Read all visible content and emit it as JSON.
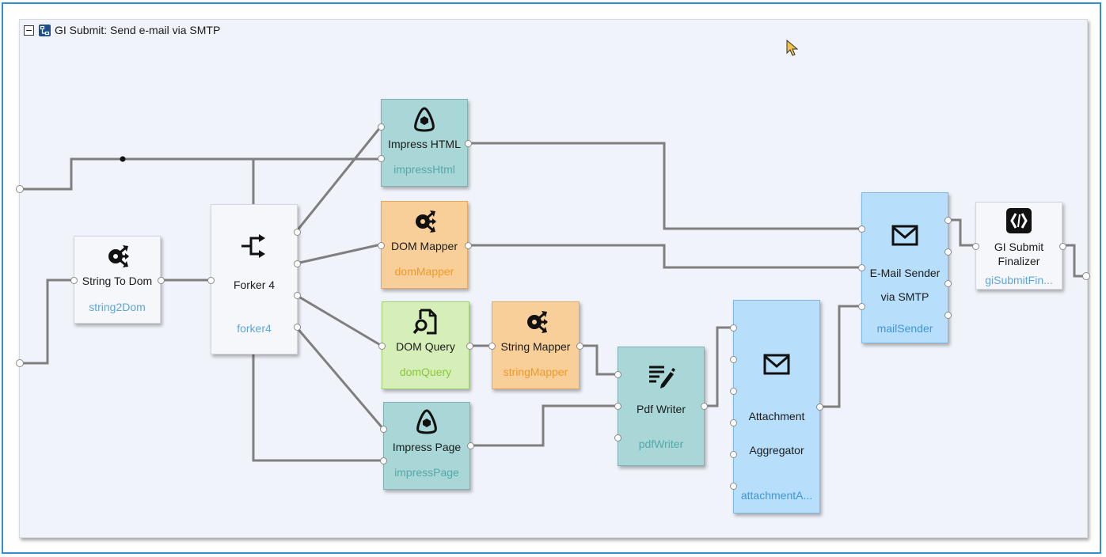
{
  "flow": {
    "title": "GI Submit: Send e-mail via SMTP"
  },
  "nodes": {
    "string2dom": {
      "label": "String To Dom",
      "id": "string2Dom"
    },
    "forker4": {
      "label": "Forker 4",
      "id": "forker4"
    },
    "impresshtml": {
      "label": "Impress HTML",
      "id": "impressHtml"
    },
    "dommapper": {
      "label": "DOM Mapper",
      "id": "domMapper"
    },
    "domquery": {
      "label": "DOM Query",
      "id": "domQuery"
    },
    "stringmapper": {
      "label": "String Mapper",
      "id": "stringMapper"
    },
    "impresspage": {
      "label": "Impress Page",
      "id": "impressPage"
    },
    "pdfwriter": {
      "label": "Pdf Writer",
      "id": "pdfWriter"
    },
    "attachment": {
      "label_line1": "Attachment",
      "label_line2": "Aggregator",
      "id": "attachmentA..."
    },
    "mailsender": {
      "label_line1": "E-Mail Sender",
      "label_line2": "via SMTP",
      "id": "mailSender"
    },
    "finalizer": {
      "label_line1": "GI Submit",
      "label_line2": "Finalizer",
      "id": "giSubmitFin..."
    }
  },
  "icons": {
    "impresshtml": "impress-triangle-icon",
    "dommapper": "mapper-icon",
    "domquery": "document-search-icon",
    "stringmapper": "mapper-icon",
    "impresspage": "impress-triangle-icon",
    "pdfwriter": "document-edit-icon",
    "attachment": "envelope-icon",
    "mailsender": "envelope-icon",
    "finalizer": "code-brackets-icon",
    "string2dom": "mapper-icon",
    "forker4": "fork-icon"
  },
  "colors": {
    "frame_border": "#2f8fd0",
    "canvas": "#f0f3fa",
    "wire": "#808080",
    "teal_node": "#a9d6d6",
    "orange_node": "#f9cf99",
    "green_node": "#d6efb9",
    "blue_node": "#b7defb",
    "white_node": "#f6f7fa"
  }
}
